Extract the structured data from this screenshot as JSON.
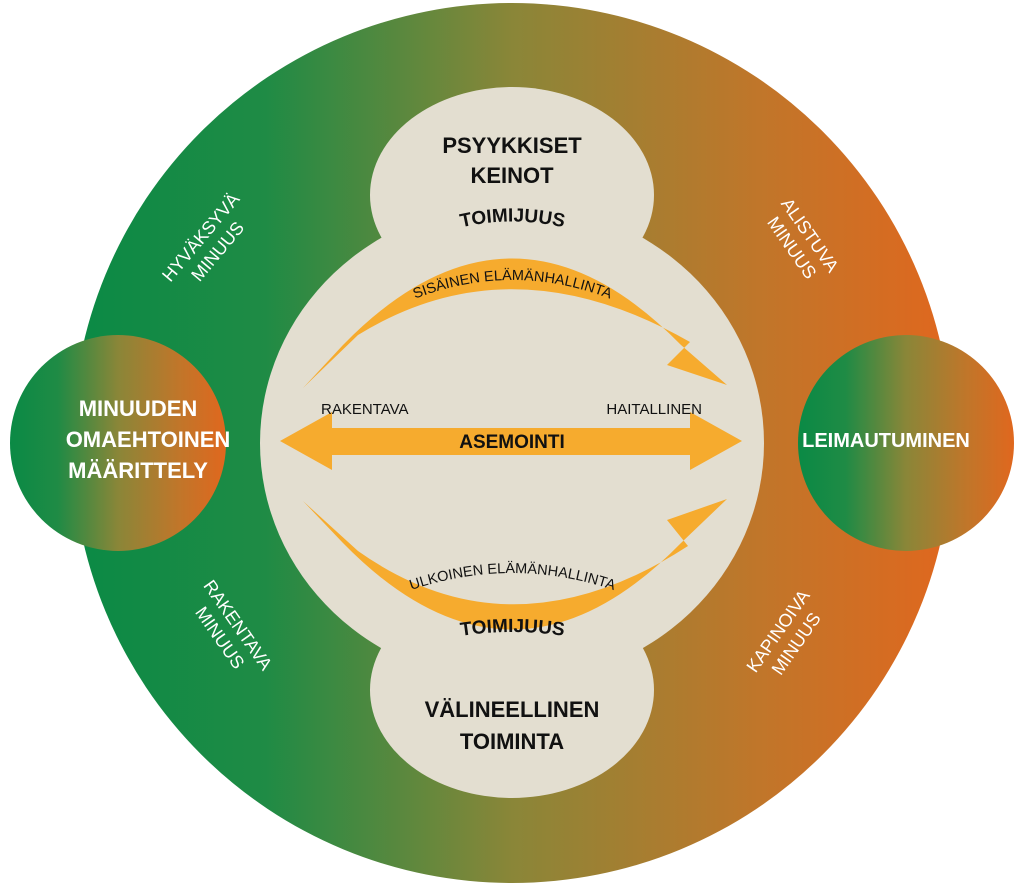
{
  "colors": {
    "green": "#0a8a45",
    "mid": "#8a8638",
    "orange": "#e0671e",
    "inner": "#e3ded0",
    "arrow": "#f6ab2e",
    "text_light": "#ffffff",
    "text_dark": "#111111"
  },
  "top_lobe": {
    "line1": "PSYYKKISET",
    "line2": "KEINOT"
  },
  "bottom_lobe": {
    "line1": "VÄLINEELLINEN",
    "line2": "TOIMINTA"
  },
  "left_lobe": {
    "line1": "MINUUDEN",
    "line2": "OMAEHTOINEN",
    "line3": "MÄÄRITTELY"
  },
  "right_lobe": {
    "label": "LEIMAUTUMINEN"
  },
  "quadrants": {
    "top_left": {
      "line1": "HYVÄKSYVÄ",
      "line2": "MINUUS"
    },
    "top_right": {
      "line1": "ALISTUVA",
      "line2": "MINUUS"
    },
    "bottom_left": {
      "line1": "RAKENTAVA",
      "line2": "MINUUS"
    },
    "bottom_right": {
      "line1": "KAPINOIVA",
      "line2": "MINUUS"
    }
  },
  "top_arc": {
    "label": "TOIMIJUUS",
    "sublabel": "SISÄINEN ELÄMÄNHALLINTA"
  },
  "bottom_arc": {
    "label": "TOIMIJUUS",
    "sublabel": "ULKOINEN ELÄMÄNHALLINTA"
  },
  "axis": {
    "label": "ASEMOINTI",
    "left_end": "RAKENTAVA",
    "right_end": "HAITALLINEN"
  }
}
